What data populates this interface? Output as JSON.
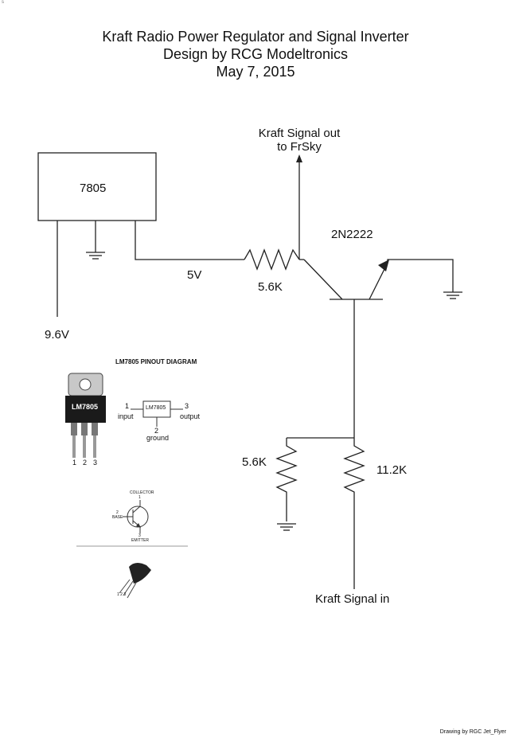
{
  "corner_mark": "s",
  "title": {
    "line1": "Kraft Radio Power Regulator and Signal Inverter",
    "line2": "Design by RCG Modeltronics",
    "line3": "May 7, 2015"
  },
  "schematic": {
    "regulator_label": "7805",
    "input_voltage": "9.6V",
    "output_voltage": "5V",
    "base_resistor": "5.6K",
    "signal_out": {
      "line1": "Kraft Signal out",
      "line2": "to FrSky"
    },
    "transistor": "2N2222",
    "divider_lower": "5.6K",
    "divider_upper": "11.2K",
    "signal_in": "Kraft Signal in"
  },
  "lm7805_inset": {
    "heading": "LM7805 PINOUT DIAGRAM",
    "package_label": "LM7805",
    "pins": [
      "1",
      "2",
      "3"
    ],
    "block_label": "LM7805",
    "pin1_num": "1",
    "pin1_name": "input",
    "pin2_num": "2",
    "pin2_name": "ground",
    "pin3_num": "3",
    "pin3_name": "output"
  },
  "transistor_inset": {
    "collector_num": "1",
    "collector": "COLLECTOR",
    "base_num": "2",
    "base": "BASE",
    "emitter_num": "3",
    "emitter": "EMITTER",
    "to92_pins": "1 2 3"
  },
  "credit": "Drawing by RGC Jet_Flyer"
}
